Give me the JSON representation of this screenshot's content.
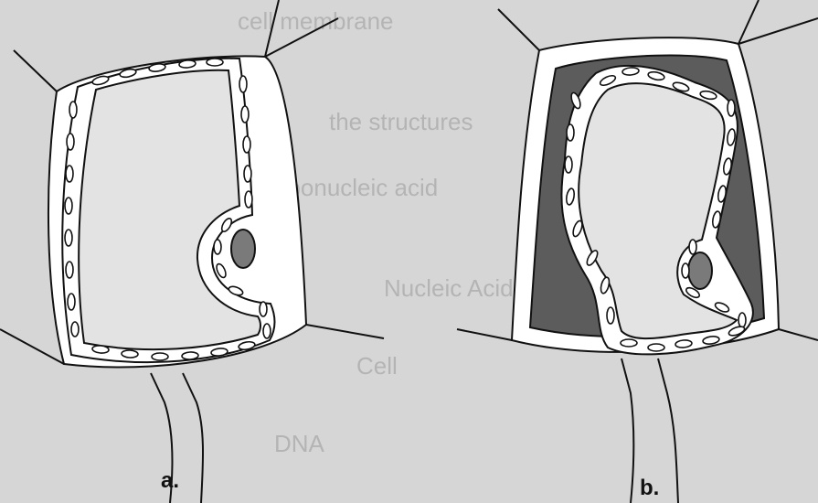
{
  "figure": {
    "panel_a": {
      "label": "a."
    },
    "panel_b": {
      "label": "b."
    }
  },
  "bleed_through_text": [
    "cell membrane",
    "the structures",
    "ribonucleic acid",
    "Nucleic Acids",
    "Cell",
    "DNA"
  ],
  "colors": {
    "background": "#d6d6d6",
    "cell_wall": "#ffffff",
    "cytoplasm_interior": "#e2e2e2",
    "plasmolysis_space": "#5c5c5c",
    "nucleus": "#7a7a7a",
    "outline": "#111111"
  },
  "icons": {
    "chloroplast": "oval-outline"
  }
}
